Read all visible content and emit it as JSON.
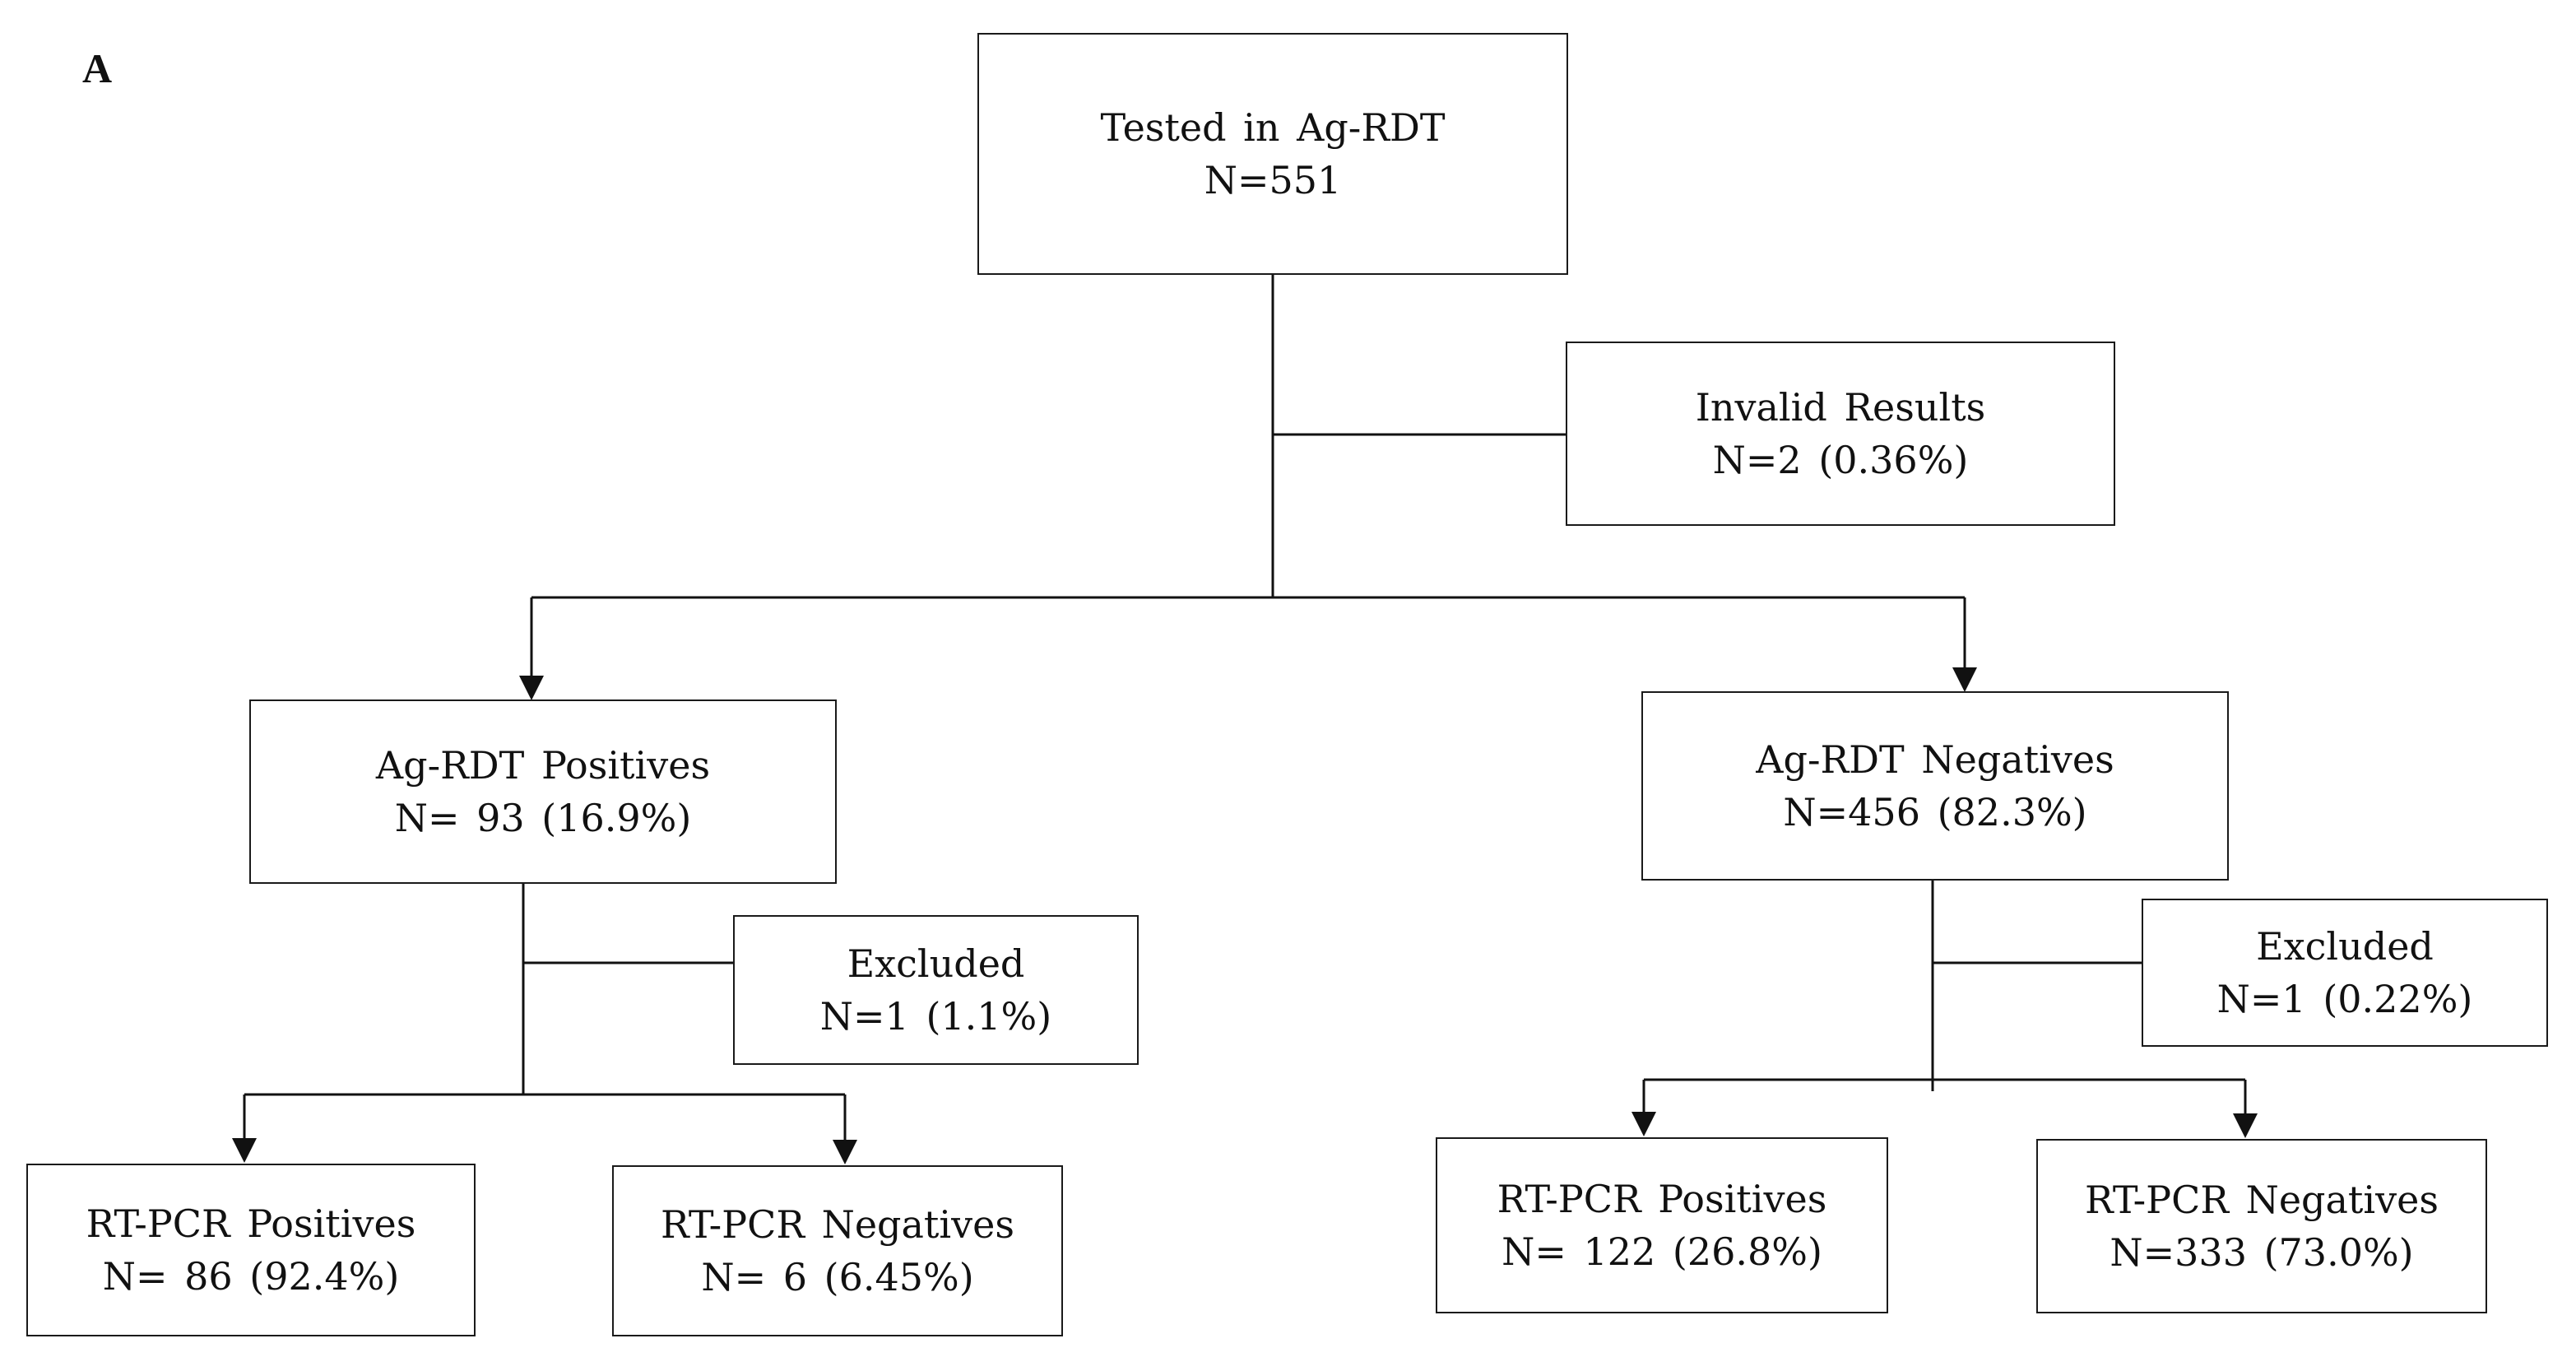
{
  "panel_label": "A",
  "nodes": {
    "tested": {
      "title": "Tested  in Ag-RDT",
      "count": "N=551"
    },
    "invalid": {
      "title": "Invalid  Results",
      "count": "N=2 (0.36%)"
    },
    "ag_pos": {
      "title": "Ag-RDT  Positives",
      "count": "N= 93 (16.9%)"
    },
    "ag_neg": {
      "title": "Ag-RDT  Negatives",
      "count": "N=456 (82.3%)"
    },
    "excluded_pos": {
      "title": "Excluded",
      "count": "N=1 (1.1%)"
    },
    "excluded_neg": {
      "title": "Excluded",
      "count": "N=1 (0.22%)"
    },
    "pcr_pos_left": {
      "title": "RT-PCR Positives",
      "count": "N= 86 (92.4%)"
    },
    "pcr_neg_left": {
      "title": "RT-PCR  Negatives",
      "count": "N= 6 (6.45%)"
    },
    "pcr_pos_right": {
      "title": "RT-PCR  Positives",
      "count": "N= 122 (26.8%)"
    },
    "pcr_neg_right": {
      "title": "RT-PCR  Negatives",
      "count": "N=333 (73.0%)"
    }
  },
  "edges": [
    {
      "from": "tested",
      "to": "invalid",
      "arrow": false
    },
    {
      "from": "tested",
      "to": "ag_pos",
      "arrow": true
    },
    {
      "from": "tested",
      "to": "ag_neg",
      "arrow": true
    },
    {
      "from": "ag_pos",
      "to": "excluded_pos",
      "arrow": false
    },
    {
      "from": "ag_pos",
      "to": "pcr_pos_left",
      "arrow": true
    },
    {
      "from": "ag_pos",
      "to": "pcr_neg_left",
      "arrow": true
    },
    {
      "from": "ag_neg",
      "to": "excluded_neg",
      "arrow": false
    },
    {
      "from": "ag_neg",
      "to": "pcr_pos_right",
      "arrow": true
    },
    {
      "from": "ag_neg",
      "to": "pcr_neg_right",
      "arrow": true
    }
  ]
}
